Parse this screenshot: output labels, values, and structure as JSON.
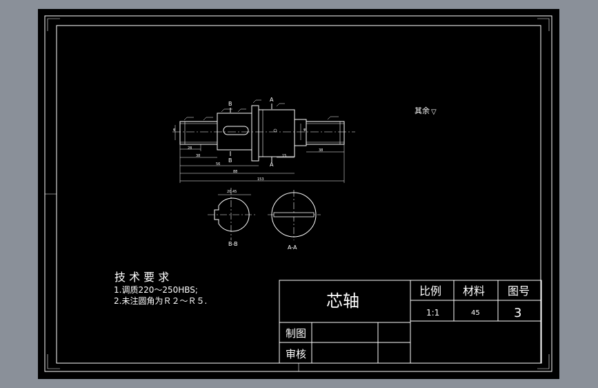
{
  "colors": {
    "background": "#8a9099",
    "sheet": "#000000",
    "lines": "#ffffff"
  },
  "drawing": {
    "surface_note": "其余",
    "roughness_symbol": "▽",
    "section_label_B": "B",
    "section_label_A": "A",
    "section_BB_caption": "B-B",
    "section_AA_caption": "A-A",
    "dims": {
      "d1": "28",
      "d2": "38",
      "d3": "56",
      "d4": "88",
      "d5": "153",
      "d6": "15",
      "d7": "38",
      "d8": "20.45"
    },
    "tech_title": "技 术 要 求",
    "tech_items": [
      "1.调质220～250HBS;",
      "2.未注圆角为Ｒ２～Ｒ５."
    ]
  },
  "title_block": {
    "part_name": "芯轴",
    "scale_label": "比例",
    "material_label": "材料",
    "drawing_no_label": "图号",
    "scale_value": "1:1",
    "material_value": "45",
    "drawing_no_value": "3",
    "drawn_label": "制图",
    "checked_label": "审核"
  }
}
